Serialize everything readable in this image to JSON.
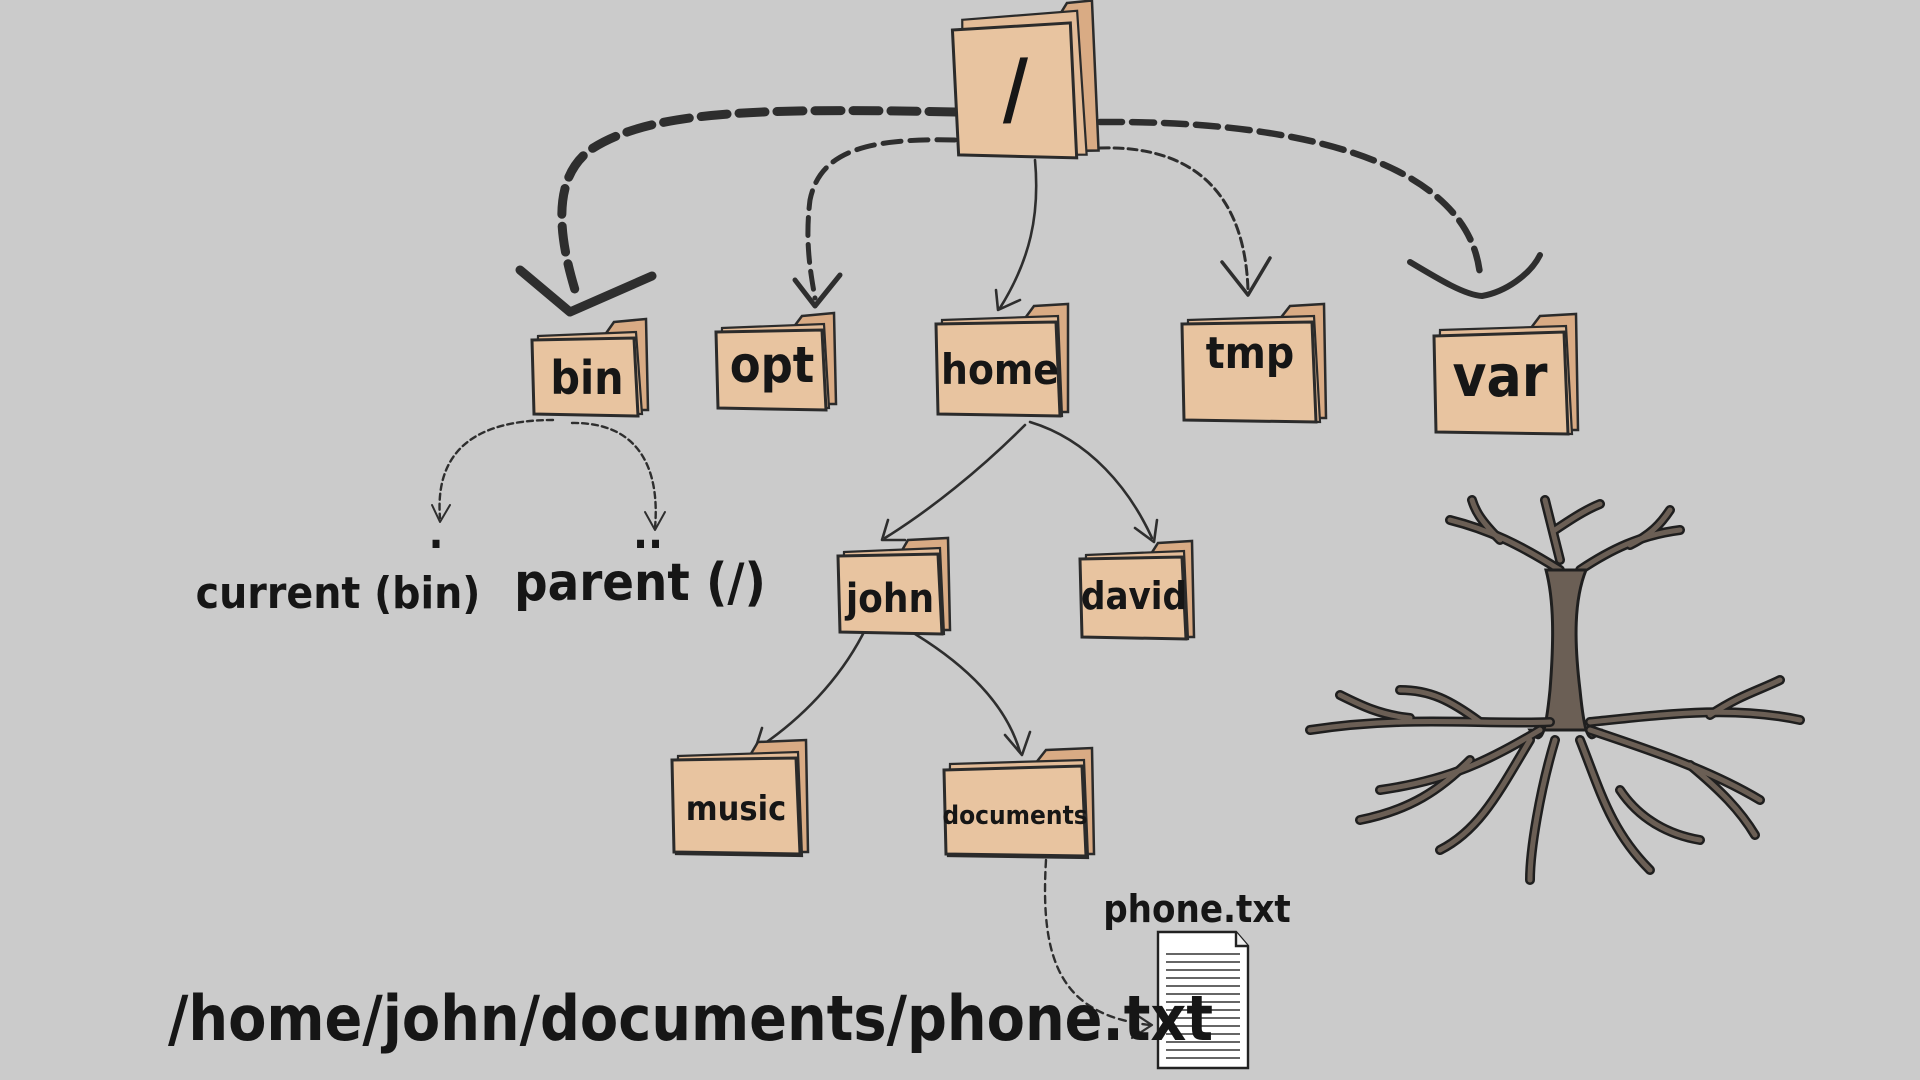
{
  "folders": {
    "root": "/",
    "bin": "bin",
    "opt": "opt",
    "home": "home",
    "tmp": "tmp",
    "var": "var",
    "john": "john",
    "david": "david",
    "music": "music",
    "documents": "documents"
  },
  "special_dirs": {
    "current_symbol": ".",
    "current_label": "current (bin)",
    "parent_symbol": "..",
    "parent_label": "parent (/)"
  },
  "file": {
    "name": "phone.txt"
  },
  "path": "/home/john/documents/phone.txt",
  "colors": {
    "background": "#cbcbcb",
    "folder": "#e8c4a0",
    "tree": "#6b5f55",
    "ink": "#161616"
  },
  "icons": [
    "folder-icon",
    "document-icon",
    "tree-icon"
  ]
}
